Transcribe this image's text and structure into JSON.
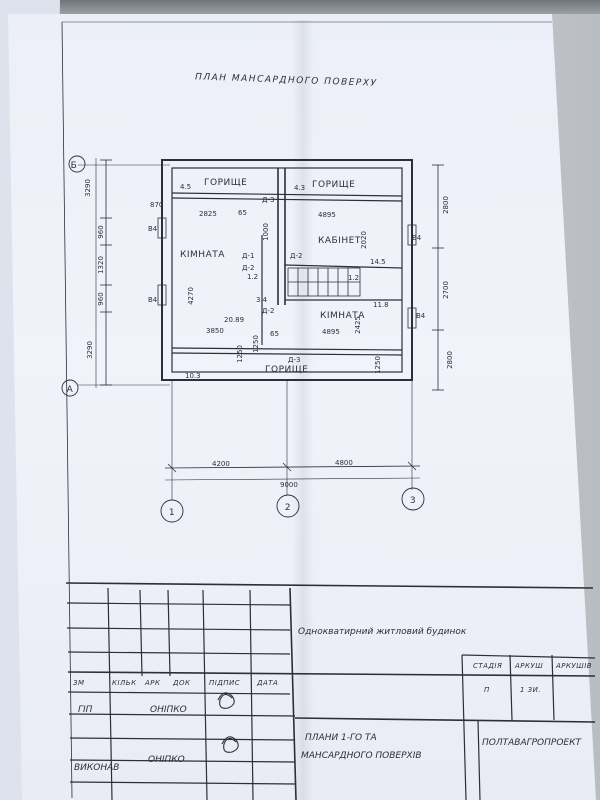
{
  "drawing": {
    "title": "ПЛАН  МАНСАРДНОГО  ПОВЕРХУ",
    "grid_rows": [
      "Б",
      "А"
    ],
    "grid_columns": [
      "1",
      "2",
      "3"
    ],
    "rooms": {
      "attic_left": "ГОРИЩЕ",
      "attic_right": "ГОРИЩЕ",
      "attic_bottom": "ГОРИЩЕ",
      "room_left": "КІМНАТА",
      "room_right": "КІМНАТА",
      "study": "КАБІНЕТ"
    },
    "areas": {
      "attic_left": "4.5",
      "attic_right": "4.3",
      "room_left": "20.89",
      "study": "14.5",
      "room_right": "11.8",
      "attic_bottom": "10.3",
      "hall": "3.4",
      "stair_left": "1.2",
      "stair_right": "1.2"
    },
    "dimensions": {
      "left_chain": [
        "3290",
        "960",
        "1320",
        "960",
        "3290"
      ],
      "right_chain": [
        "2800",
        "2700",
        "2800"
      ],
      "left_col": [
        "870",
        "2825",
        "65"
      ],
      "right_col": [
        "4895",
        "2020"
      ],
      "room_left": "4270",
      "room_right": "2425",
      "room_bottom_left": "3850",
      "room_bottom_right": "4895",
      "small_a": "1000",
      "small_b": "1250",
      "small_c": "1250",
      "small_d": "65",
      "bottom_wall": "1250",
      "axes_1_2": "4200",
      "axes_2_3": "4800",
      "axes_total": "9000"
    },
    "window_marks": [
      "В4",
      "В4",
      "В4",
      "В4"
    ],
    "door_marks": [
      "Д-1",
      "Д-2",
      "Д-2",
      "Д-2",
      "Д-3",
      "Д-3"
    ]
  },
  "title_block": {
    "project": "Однокватирний житловий будинок",
    "header_cells": [
      "ЗМ",
      "КІЛЬК",
      "АРК",
      "ДОК",
      "ПІДПИС",
      "ДАТА"
    ],
    "stage_headers": [
      "СТАДІЯ",
      "АРКУШ",
      "АРКУШІВ"
    ],
    "stage_values": [
      "П",
      "1 ЗИ.",
      ""
    ],
    "chief_role": "ГІП",
    "chief_name": "ОНІПКО",
    "executor_role": "ВИКОНАВ",
    "executor_name": "ОНІПКО",
    "sheet_title_line1": "ПЛАНИ  1-ГО  ТА",
    "sheet_title_line2": "МАНСАРДНОГО  ПОВЕРХІВ",
    "organization": "ПОЛТАВАГРОПРОЕКТ"
  },
  "colors": {
    "ink": "#2b2f3a",
    "paper": "#eef1f8",
    "background": "#a7acb1"
  }
}
